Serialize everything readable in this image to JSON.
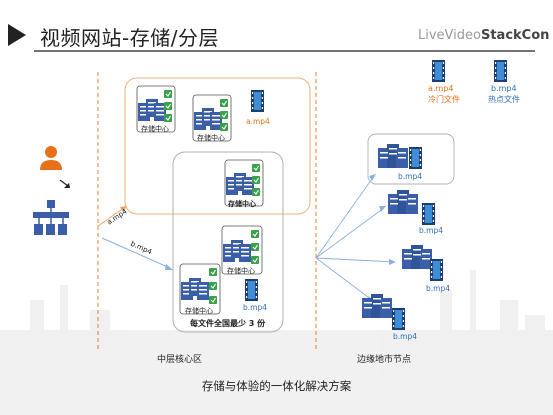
{
  "header": {
    "title": "视频网站-存储/分层",
    "logo_prefix": "LiveVideo",
    "logo_brand": "StackCon"
  },
  "legend": {
    "cold_file": "a.mp4",
    "cold_label": "冷门文件",
    "hot_file": "b.mp4",
    "hot_label": "热点文件"
  },
  "core": {
    "center_label": "存储中心",
    "a_file": "a.mp4",
    "b_file": "b.mp4",
    "min_copies_note": "每文件全国最少 3 份",
    "zone_label": "中层核心区"
  },
  "edge": {
    "file": "b.mp4",
    "zone_label": "边缘地市节点"
  },
  "arrows": {
    "to_a": "a.mp4",
    "to_b": "b.mp4"
  },
  "footer": "存储与体验的一体化解决方案",
  "colors": {
    "accent_orange": "#e8701a",
    "accent_blue": "#2f6fb5",
    "server_blue": "#3a5fa8",
    "green": "#3aa04a"
  }
}
